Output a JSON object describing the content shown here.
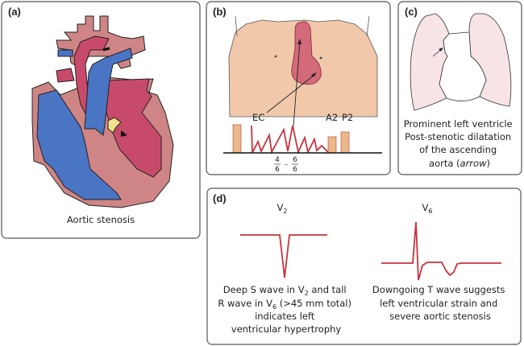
{
  "panels": {
    "a": {
      "label": "(a)",
      "caption": "Aortic stenosis"
    },
    "b": {
      "label": "(b)",
      "sound_labels": {
        "ec": "EC",
        "a2": "A2",
        "p2": "P2"
      },
      "murmur_grade": {
        "low_num": "4",
        "low_den": "6",
        "dash": "–",
        "high_num": "6",
        "high_den": "6"
      }
    },
    "c": {
      "label": "(c)",
      "caption_lines": [
        "Prominent left ventricle",
        "Post-stenotic dilatation",
        "of the ascending"
      ],
      "caption_last": {
        "text": "aorta (",
        "italic": "arrow",
        "close": ")"
      }
    },
    "d": {
      "label": "(d)",
      "v2": {
        "lead": "V",
        "sub": "2"
      },
      "v6": {
        "lead": "V",
        "sub": "6"
      },
      "v2_caption": {
        "line1": {
          "a": "Deep S wave in V",
          "sub": "2",
          "b": " and tall"
        },
        "line2": {
          "a": "R wave in V",
          "sub": "6",
          "b": " (>45 mm total)"
        },
        "line3": "indicates left",
        "line4": "ventricular hypertrophy"
      },
      "v6_caption": [
        "Downgoing T wave suggests",
        "left ventricular strain and",
        "severe aortic stenosis"
      ]
    }
  },
  "colors": {
    "blue": "#4a74c4",
    "red": "#c84a6a",
    "pink": "#cf8585",
    "skin": "#f1c9aa",
    "lung": "#f8e4e6",
    "ecg": "#c8333d",
    "bar": "#e9b98a"
  }
}
